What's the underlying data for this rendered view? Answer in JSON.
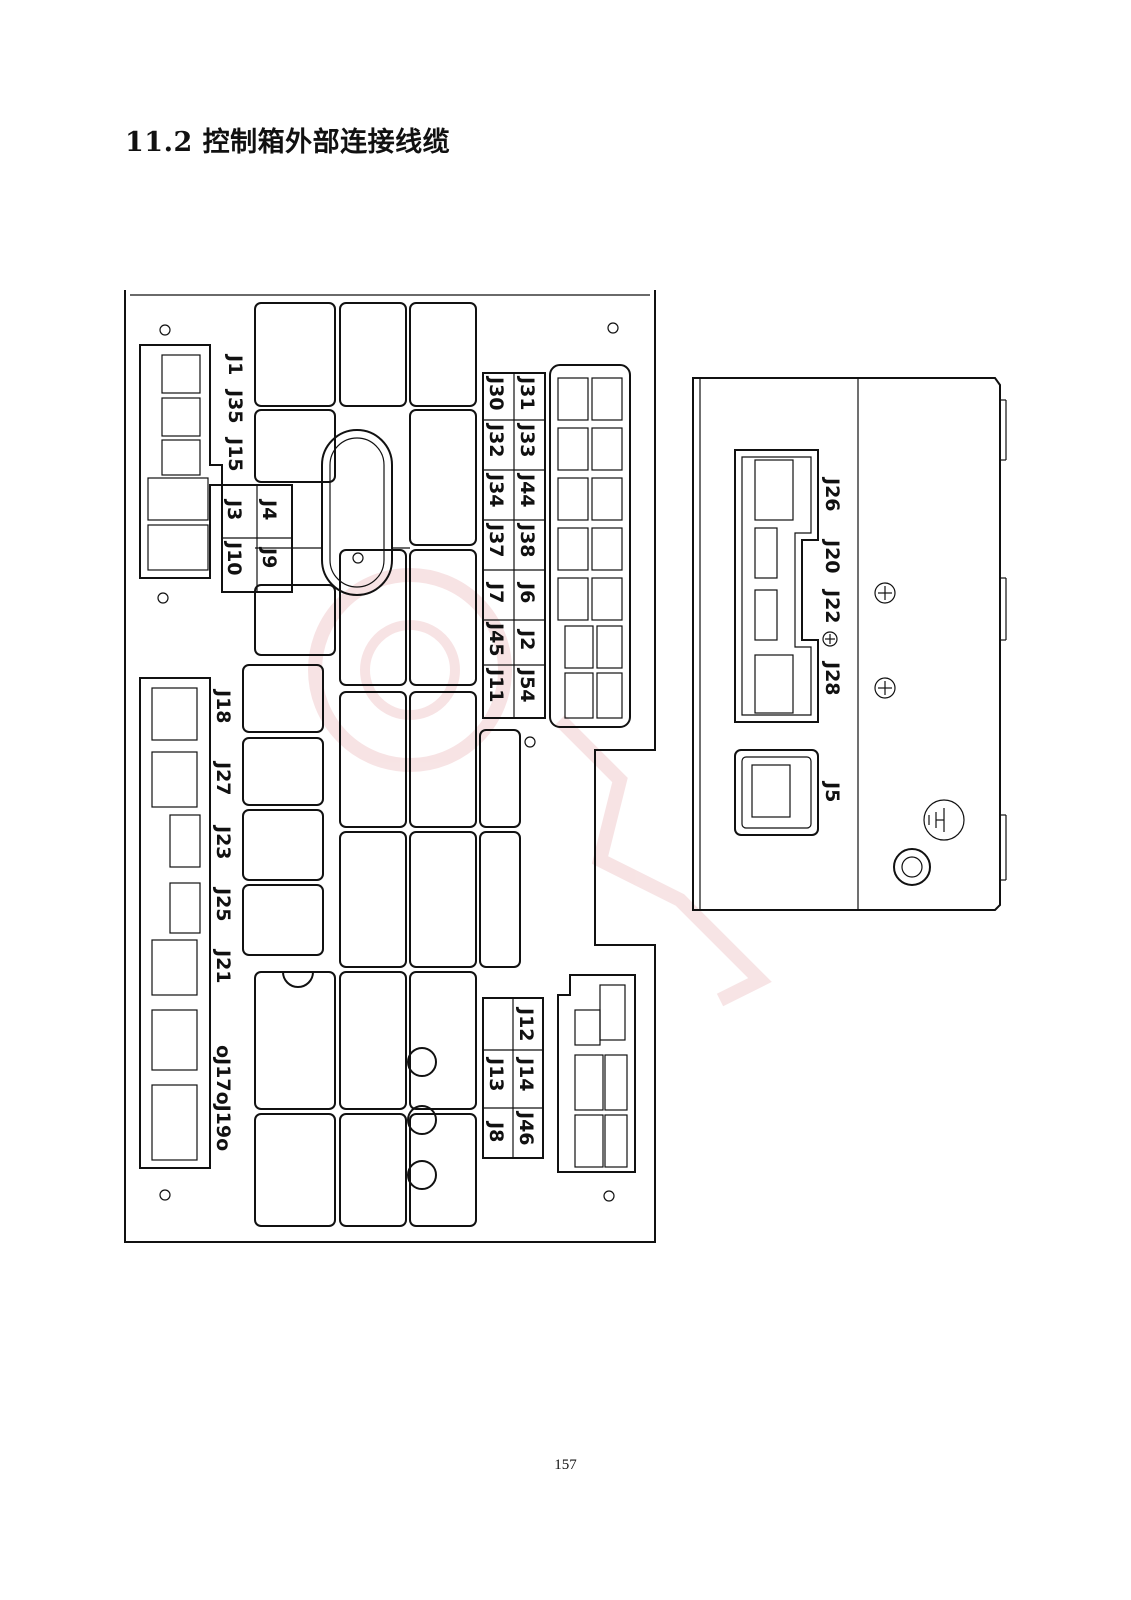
{
  "heading": "11.2 控制箱外部连接线缆",
  "page_number": "157",
  "main_board": {
    "left_column_labels": [
      "J1",
      "J35",
      "J15"
    ],
    "small_grid_labels": [
      "J4",
      "J9",
      "J3",
      "J10"
    ],
    "right_grid_labels": [
      "J30",
      "J31",
      "J32",
      "J33",
      "J34",
      "J44",
      "J37",
      "J38",
      "J7",
      "J6",
      "J45",
      "J2",
      "J11",
      "J54"
    ],
    "lower_left_labels": [
      "J18",
      "J27",
      "J23",
      "J25",
      "J21",
      "oJ17oJ19o"
    ],
    "bottom_grid_labels": [
      "J12",
      "J13",
      "J14",
      "J8",
      "J46"
    ]
  },
  "side_box": {
    "labels": [
      "J26",
      "J20",
      "J22",
      "J28",
      "J5"
    ],
    "icons": [
      "screw-icon",
      "screw-icon",
      "screw-icon",
      "ground-icon"
    ]
  },
  "watermark_icon": "watermark-logo"
}
